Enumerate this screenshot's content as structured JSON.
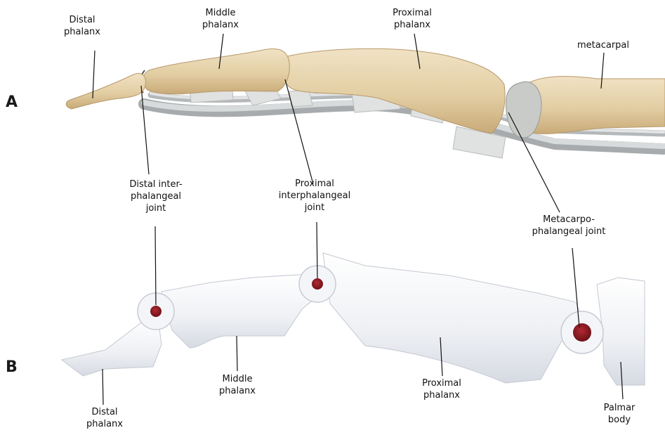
{
  "panels": {
    "a": "A",
    "b": "B"
  },
  "labels_a": {
    "distal_phalanx": "Distal\nphalanx",
    "middle_phalanx": "Middle\nphalanx",
    "proximal_phalanx": "Proximal\nphalanx",
    "metacarpal": "metacarpal"
  },
  "joint_labels": {
    "dip": "Distal inter-\nphalangeal\njoint",
    "pip": "Proximal\ninterphalangeal\njoint",
    "mcp": "Metacarpo-\nphalangeal joint"
  },
  "labels_b": {
    "distal_phalanx": "Distal\nphalanx",
    "middle_phalanx": "Middle\nphalanx",
    "proximal_phalanx": "Proximal\nphalanx",
    "palmar_body": "Palmar\nbody"
  },
  "colors": {
    "bone": "#e6d3ac",
    "bone_shadow": "#c9ae7c",
    "tendon": "#c8cacb",
    "ligament": "#dcdedd",
    "joint_pin": "#8a1a22",
    "mech_body": "#f1f3f6"
  }
}
